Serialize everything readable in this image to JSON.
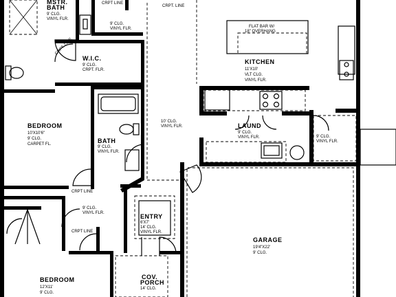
{
  "rooms": {
    "mstr_bath": [
      "MSTR.",
      "BATH",
      "9' CLG.",
      "VINYL FLR."
    ],
    "wic": [
      "W.I.C.",
      "9' CLG.",
      "CRPT. FLR."
    ],
    "hall_top": [
      "9' CLG.",
      "VINYL FLR."
    ],
    "crpt_line_top": "CRPT LINE",
    "crpt_line_top2": "CRPT. LINE",
    "crpt_line_diag": "CRPT. LINE",
    "flat_bar": [
      "FLAT BAR W/",
      "18\" OVERHANG"
    ],
    "kitchen": [
      "KITCHEN",
      "11'X10'",
      "VLT CLG.",
      "VINYL FLR."
    ],
    "living": [
      "10' CLG.",
      "VINYL FLR."
    ],
    "bedroom_left": [
      "BEDROOM",
      "10'X10'6\"",
      "9' CLG.",
      "CARPET FL."
    ],
    "bath": [
      "BATH",
      "9' CLG.",
      "VINYL FLR."
    ],
    "laund": [
      "LAUND",
      "9' CLG.",
      "VINYL FLR."
    ],
    "pantry": [
      "9' CLG.",
      "VINYL FLR."
    ],
    "crpt_line_mid": "CRPT LINE",
    "hall_mid": [
      "9' CLG.",
      "VINYL FLR."
    ],
    "entry": [
      "ENTRY",
      "6'X7'",
      "14' CLG.",
      "VINYL FLR."
    ],
    "crpt_line_low": "CRPT LINE",
    "garage": [
      "GARAGE",
      "19'4\"X22'",
      "9' CLG."
    ],
    "bedroom_bottom": [
      "BEDROOM",
      "12'X11'",
      "9' CLG."
    ],
    "porch": [
      "COV.",
      "PORCH",
      "14' CLG."
    ]
  }
}
